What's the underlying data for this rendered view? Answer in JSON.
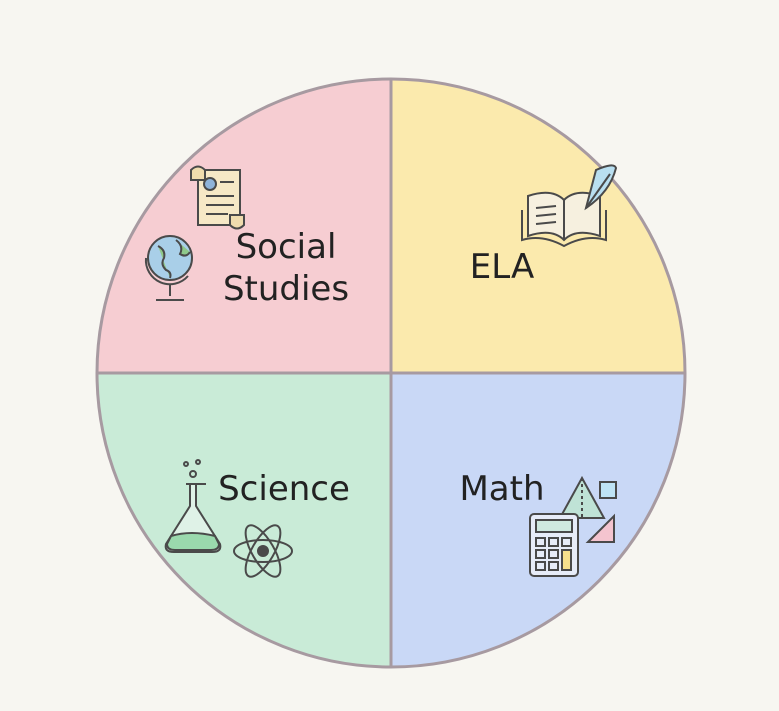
{
  "diagram": {
    "quadrants": [
      {
        "id": "social-studies",
        "lines": [
          "Social",
          "Studies"
        ],
        "color": "#f6cdd2",
        "icons": [
          "scroll-document-icon",
          "globe-icon"
        ]
      },
      {
        "id": "ela",
        "lines": [
          "ELA"
        ],
        "color": "#fbeaad",
        "icons": [
          "open-book-quill-icon"
        ]
      },
      {
        "id": "science",
        "lines": [
          "Science"
        ],
        "color": "#c9ebd7",
        "icons": [
          "flask-icon",
          "atom-icon"
        ]
      },
      {
        "id": "math",
        "lines": [
          "Math"
        ],
        "color": "#c9d8f6",
        "icons": [
          "calculator-icon",
          "geometry-shapes-icon"
        ]
      }
    ],
    "outline_color": "#a79aa1"
  }
}
